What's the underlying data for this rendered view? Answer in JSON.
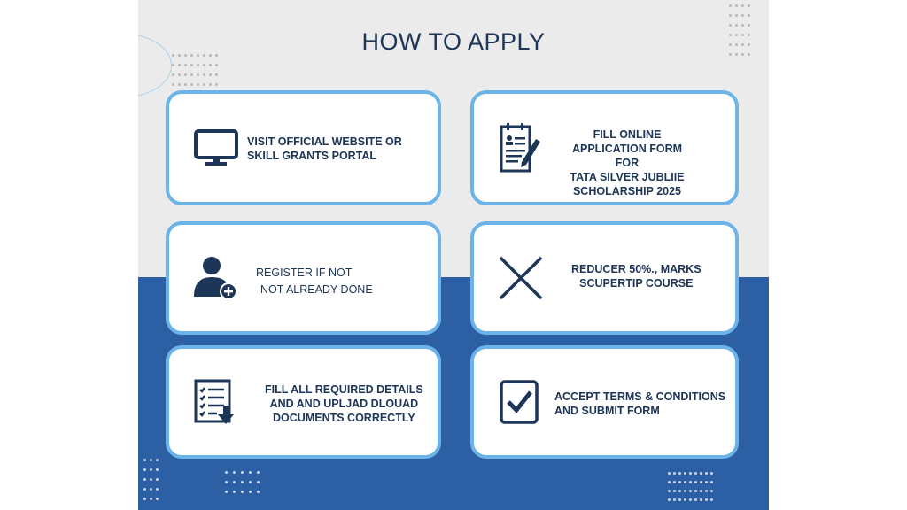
{
  "title": "HOW TO APPLY",
  "steps": [
    {
      "icon": "monitor-icon",
      "lines": [
        "VISIT OFFICIAL WEBSITE OR",
        "SKILL GRANTS PORTAL"
      ]
    },
    {
      "icon": "application-form-icon",
      "lines": [
        "FILL ONLINE",
        "APPLICATION FORM FOR",
        "TATA SILVER JUBLIIE",
        "SCHOLARSHIP 2025"
      ]
    },
    {
      "icon": "add-user-icon",
      "lines": [
        "REGISTER IF NOT",
        "NOT ALREADY DONE"
      ]
    },
    {
      "icon": "x-icon",
      "lines": [
        "REDUCER 50%., MARKS",
        "SCUPERTIP COURSE"
      ]
    },
    {
      "icon": "checklist-download-icon",
      "lines": [
        "FILL ALL REQUIRED DETAILS",
        "AND AND UPLJAD DLOUAD",
        "DOCUMENTS CORRECTLY"
      ]
    },
    {
      "icon": "checkbox-icon",
      "lines": [
        "ACCEPT TERMS & CONDITIONS",
        "AND SUBMIT FORM"
      ]
    }
  ],
  "colors": {
    "navy": "#1d3557",
    "blue": "#2c5fa3",
    "border": "#6cb4e8",
    "bg": "#ebebeb"
  }
}
